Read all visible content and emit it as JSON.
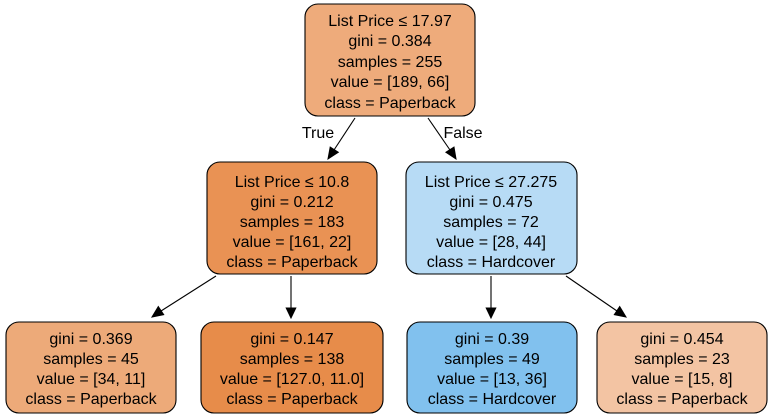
{
  "tree": {
    "edge_labels": {
      "true": "True",
      "false": "False"
    },
    "nodes": {
      "root": {
        "lines": [
          "List Price ≤ 17.97",
          "gini = 0.384",
          "samples = 255",
          "value = [189, 66]",
          "class = Paperback"
        ],
        "fill": "#eeab7b"
      },
      "left": {
        "lines": [
          "List Price ≤ 10.8",
          "gini = 0.212",
          "samples = 183",
          "value = [161, 22]",
          "class = Paperback"
        ],
        "fill": "#e99254"
      },
      "right": {
        "lines": [
          "List Price ≤ 27.275",
          "gini = 0.475",
          "samples = 72",
          "value = [28, 44]",
          "class = Hardcover"
        ],
        "fill": "#b7dbf5"
      },
      "leaf1": {
        "lines": [
          "gini = 0.369",
          "samples = 45",
          "value = [34, 11]",
          "class = Paperback"
        ],
        "fill": "#edaa79"
      },
      "leaf2": {
        "lines": [
          "gini = 0.147",
          "samples = 138",
          "value = [127.0, 11.0]",
          "class = Paperback"
        ],
        "fill": "#e78c4a"
      },
      "leaf3": {
        "lines": [
          "gini = 0.39",
          "samples = 49",
          "value = [13, 36]",
          "class = Hardcover"
        ],
        "fill": "#81c1ee"
      },
      "leaf4": {
        "lines": [
          "gini = 0.454",
          "samples = 23",
          "value = [15, 8]",
          "class = Paperback"
        ],
        "fill": "#f3c4a3"
      }
    }
  }
}
